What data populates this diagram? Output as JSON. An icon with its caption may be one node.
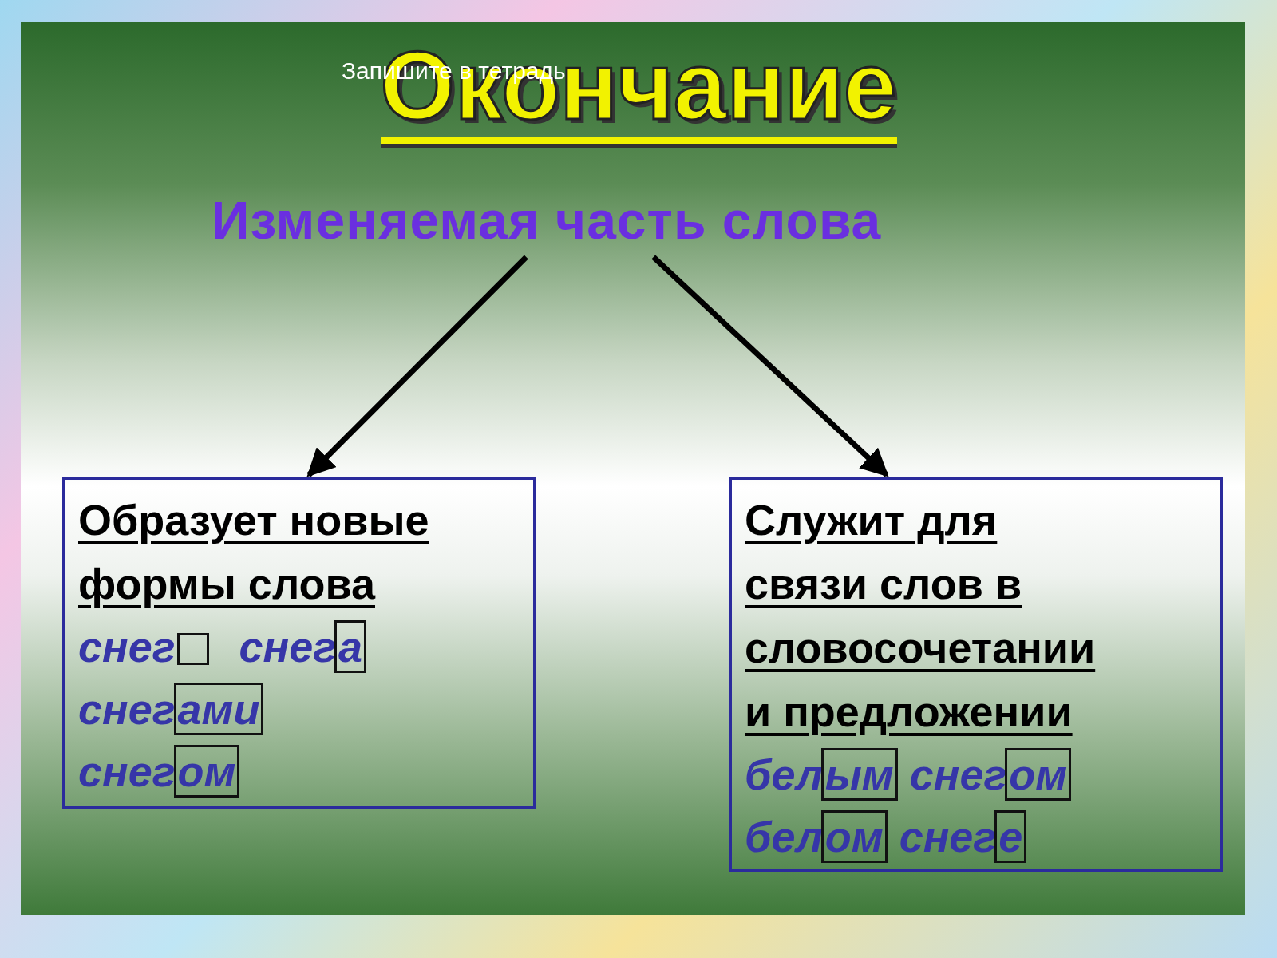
{
  "diagram": {
    "title": "Окончание",
    "nodes": [
      {
        "text": [
          "Изменяемая часть слова"
        ]
      },
      {
        "text": [
          "Образует новые формы слова",
          "снег",
          "снега",
          "снегами",
          "снегом"
        ]
      },
      {
        "text": [
          "Служит для связи слов в словосочетании и предложении",
          "белым снегом",
          "белом снеге"
        ]
      }
    ],
    "edges": [
      {
        "from": 0,
        "to": 1,
        "arrow": "to"
      },
      {
        "from": 0,
        "to": 2,
        "arrow": "to"
      }
    ],
    "labels": [
      "Запишите в тетрадь"
    ]
  }
}
